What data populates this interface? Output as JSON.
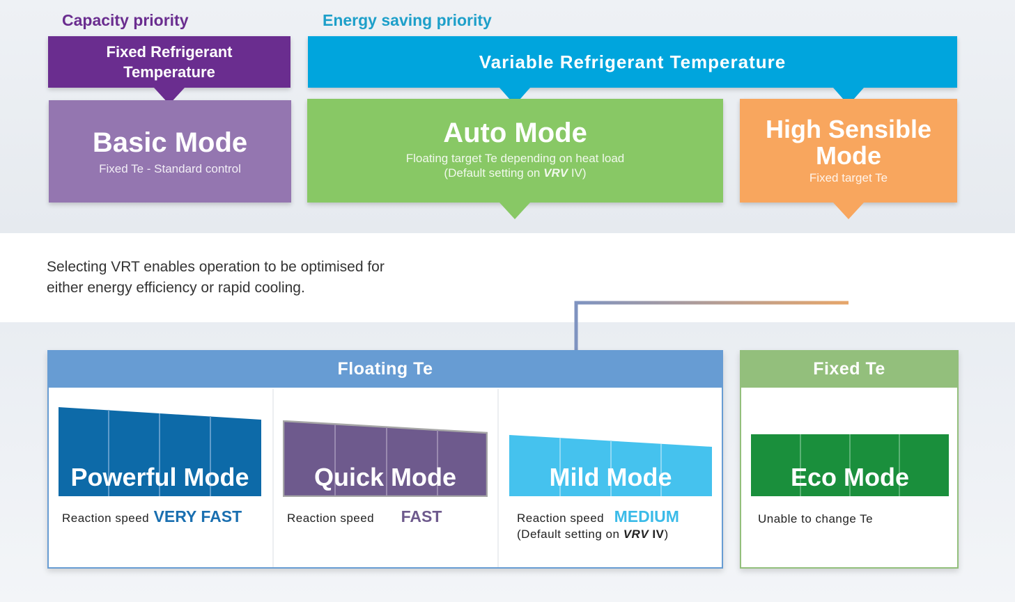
{
  "priorities": {
    "capacity": "Capacity  priority",
    "energy": "Energy saving priority"
  },
  "headers": {
    "fixed_ref_line1": "Fixed Refrigerant",
    "fixed_ref_line2": "Temperature",
    "variable_ref": "Variable Refrigerant Temperature"
  },
  "modes": {
    "basic": {
      "title": "Basic Mode",
      "sub": "Fixed Te - Standard control"
    },
    "auto": {
      "title": "Auto Mode",
      "sub1": "Floating target Te depending on heat load",
      "sub2_pre": "(Default setting on ",
      "sub2_brand": "VRV",
      "sub2_ver": " IV",
      "sub2_post": ")"
    },
    "high": {
      "title1": "High Sensible",
      "title2": "Mode",
      "sub": "Fixed target Te"
    }
  },
  "description": {
    "line1": "Selecting VRT enables operation to be optimised for",
    "line2": "either energy efficiency or rapid cooling."
  },
  "sections": {
    "floating": "Floating Te",
    "fixed": "Fixed Te"
  },
  "submodes": {
    "powerful": {
      "label": "Powerful Mode",
      "speed_text": "Reaction speed",
      "speed": "VERY FAST"
    },
    "quick": {
      "label": "Quick Mode",
      "speed_text": "Reaction speed",
      "speed": "FAST"
    },
    "mild": {
      "label": "Mild Mode",
      "speed_text": "Reaction speed",
      "speed": "MEDIUM",
      "default_pre": "(Default setting on ",
      "default_brand": "VRV",
      "default_ver": " IV",
      "default_post": ")"
    },
    "eco": {
      "label": "Eco Mode",
      "note": "Unable to change Te"
    }
  },
  "colors": {
    "capacity_purple": "#6a2d8f",
    "basic_purple": "#9476b0",
    "energy_blue": "#1d9fc9",
    "variable_blue": "#00a5dd",
    "auto_green": "#88c865",
    "high_orange": "#f8a65e",
    "floating_blue": "#679cd3",
    "fixed_green": "#93bf7c",
    "powerful_blue": "#0d6aa8",
    "quick_purple": "#6e5a8d",
    "mild_cyan": "#45c2ee",
    "eco_green": "#1a8f3c"
  }
}
